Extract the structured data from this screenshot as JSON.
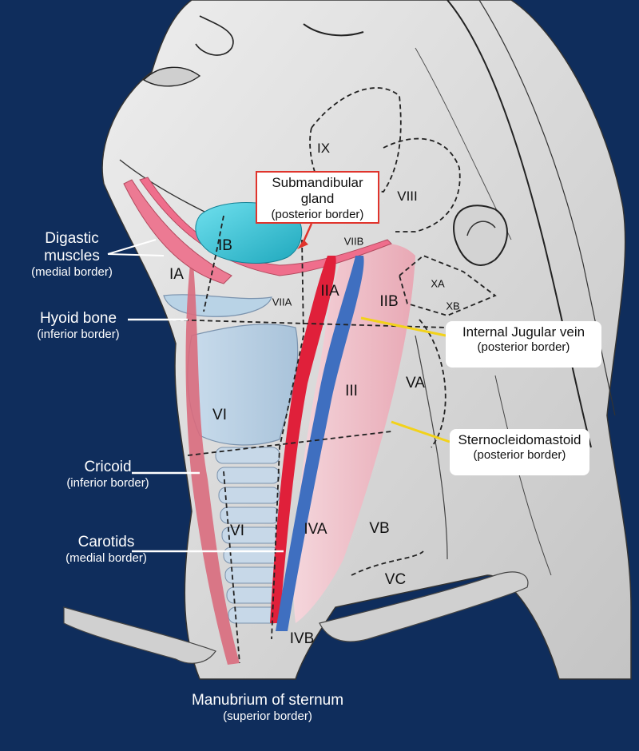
{
  "labels": {
    "digastic": {
      "main1": "Digastic",
      "main2": "muscles",
      "sub": "(medial border)"
    },
    "hyoid": {
      "main": "Hyoid bone",
      "sub": "(inferior border)"
    },
    "cricoid": {
      "main": "Cricoid",
      "sub": "(inferior border)"
    },
    "carotids": {
      "main": "Carotids",
      "sub": "(medial border)"
    },
    "manubrium": {
      "main": "Manubrium of sternum",
      "sub": "(superior border)"
    },
    "submandibular": {
      "main1": "Submandibular",
      "main2": "gland",
      "sub": "(posterior border)"
    },
    "ijv": {
      "main": "Internal Jugular vein",
      "sub": "(posterior border)"
    },
    "scm": {
      "main": "Sternocleidomastoid",
      "sub": "(posterior border)"
    }
  },
  "levels": {
    "IX": "IX",
    "VIII": "VIII",
    "IB": "IB",
    "IA": "IA",
    "VIIB": "VIIB",
    "VIIA": "VIIA",
    "IIA": "IIA",
    "IIB": "IIB",
    "XA": "XA",
    "XB": "XB",
    "III": "III",
    "VA": "VA",
    "VI_upper": "VI",
    "VI_lower": "VI",
    "IVA": "IVA",
    "VB": "VB",
    "VC": "VC",
    "IVB": "IVB"
  },
  "colors": {
    "background": "#0f2d5c",
    "skin": "#d9d9d9",
    "muscle_pink": "#e8738c",
    "gland_cyan": "#35c6d8",
    "artery_red": "#e0203a",
    "vein_blue": "#3f6fc0",
    "pointer_yellow": "#f2d21a",
    "highlight_red": "#e0342c"
  }
}
